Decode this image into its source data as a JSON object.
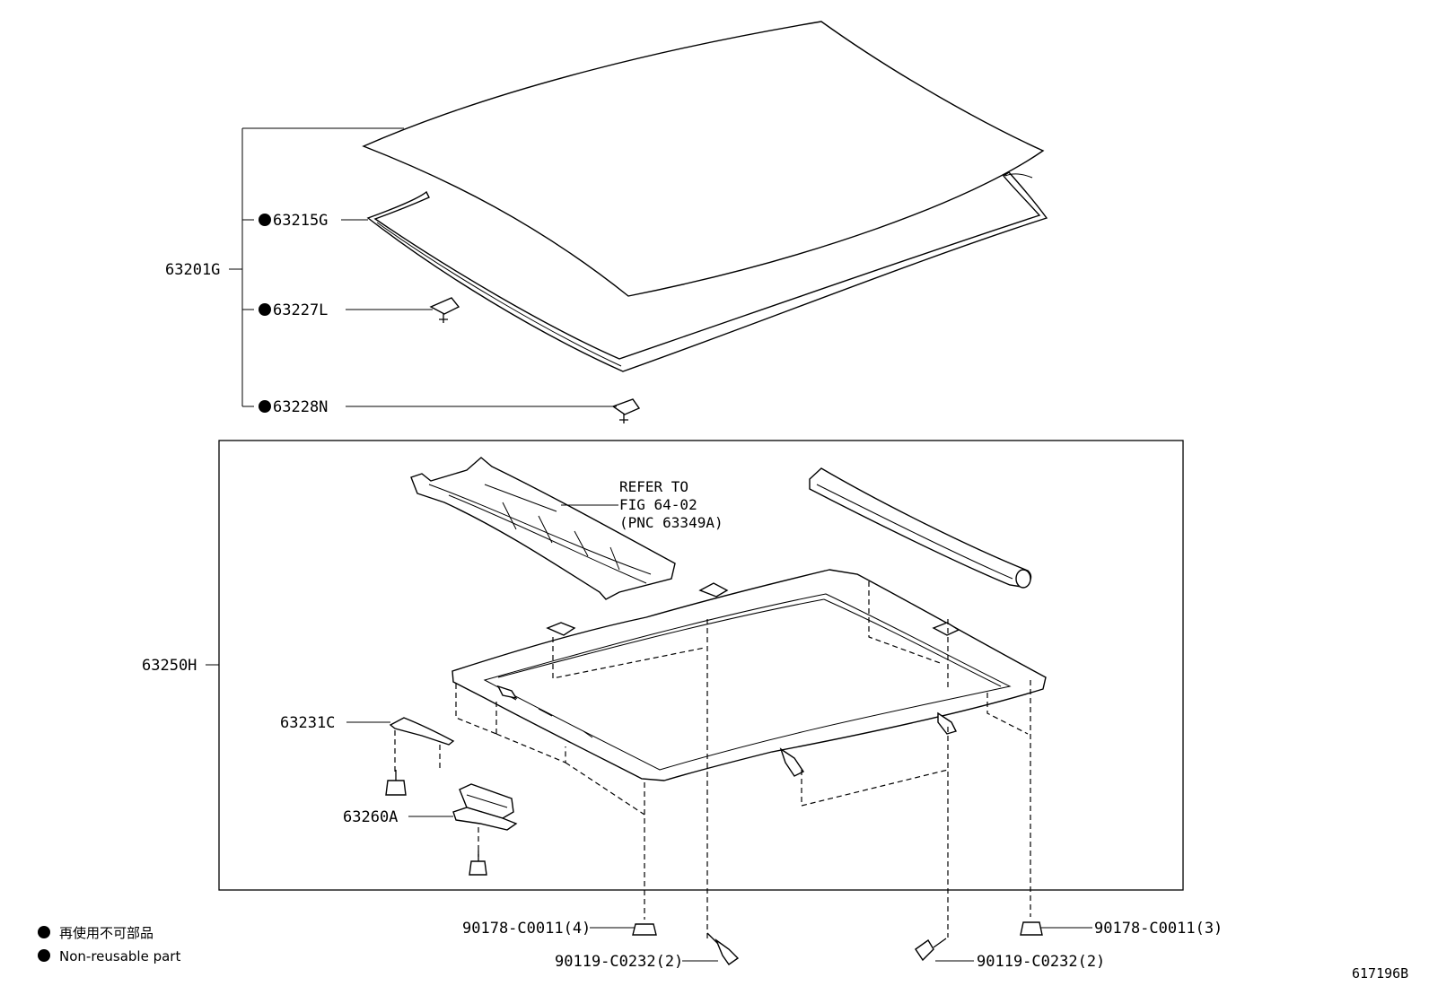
{
  "labels": {
    "p63201G": "63201G",
    "p63215G": "63215G",
    "p63227L": "63227L",
    "p63228N": "63228N",
    "p63250H": "63250H",
    "p63231C": "63231C",
    "p63260A": "63260A",
    "ref_line1": "REFER TO",
    "ref_line2": "FIG 64-02",
    "ref_line3": "(PNC 63349A)",
    "b90178_left": "90178-C0011(4)",
    "b90119_left": "90119-C0232(2)",
    "b90119_right": "90119-C0232(2)",
    "b90178_right": "90178-C0011(3)"
  },
  "legend": {
    "jp": "再使用不可部品",
    "en": "Non-reusable part"
  },
  "figure_id": "617196B"
}
